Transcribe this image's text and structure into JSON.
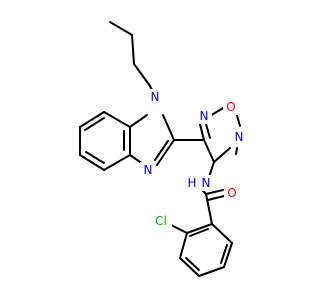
{
  "colors": {
    "bond": "#000000",
    "nitrogen": "#0000ff",
    "oxygen": "#ff0000",
    "chlorine": "#00b000",
    "background": "#ffffff"
  },
  "atoms": {
    "n_benzimidazole_1": "N",
    "n_benzimidazole_3": "N",
    "n_oxadiazole_2": "N",
    "o_oxadiazole": "O",
    "n_oxadiazole_5": "N",
    "n_amide": "N",
    "h_amide": "H",
    "o_carbonyl": "O",
    "cl": "Cl"
  }
}
